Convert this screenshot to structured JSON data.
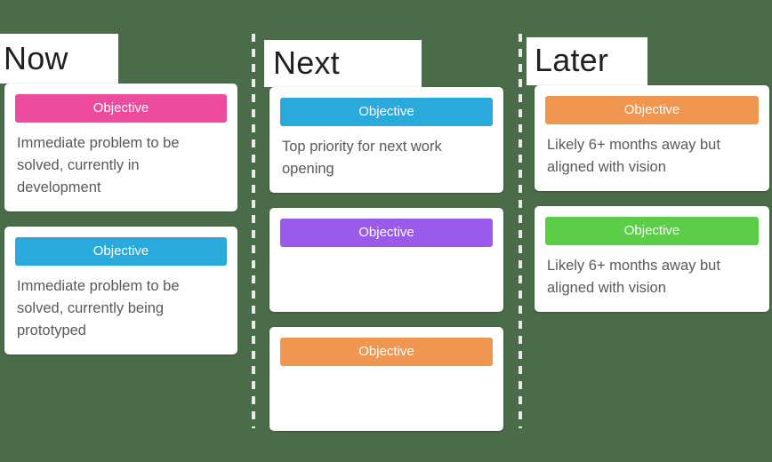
{
  "board": {
    "background_color": "#4b6c48",
    "divider_color": "#e9e9e9",
    "card_background": "#ffffff",
    "card_text_color": "#58595b",
    "header_background": "#ffffff",
    "header_text_color": "#231f20"
  },
  "palette": {
    "pink": "#ed4b9e",
    "blue": "#2aa9dc",
    "purple": "#9a5aea",
    "orange": "#ef9751",
    "green": "#5ccd47"
  },
  "columns": [
    {
      "id": "now",
      "title": "Now",
      "cards": [
        {
          "badge_label": "Objective",
          "badge_color": "#ed4b9e",
          "body": "Immediate problem to be solved, currently in development"
        },
        {
          "badge_label": "Objective",
          "badge_color": "#2aa9dc",
          "body": "Immediate problem to be solved, currently being prototyped"
        }
      ]
    },
    {
      "id": "next",
      "title": "Next",
      "cards": [
        {
          "badge_label": "Objective",
          "badge_color": "#2aa9dc",
          "body": "Top priority for next work opening"
        },
        {
          "badge_label": "Objective",
          "badge_color": "#9a5aea",
          "body": ""
        },
        {
          "badge_label": "Objective",
          "badge_color": "#ef9751",
          "body": ""
        }
      ]
    },
    {
      "id": "later",
      "title": "Later",
      "cards": [
        {
          "badge_label": "Objective",
          "badge_color": "#ef9751",
          "body": "Likely 6+ months away but aligned with vision"
        },
        {
          "badge_label": "Objective",
          "badge_color": "#5ccd47",
          "body": "Likely 6+ months away but aligned with vision"
        }
      ]
    }
  ]
}
